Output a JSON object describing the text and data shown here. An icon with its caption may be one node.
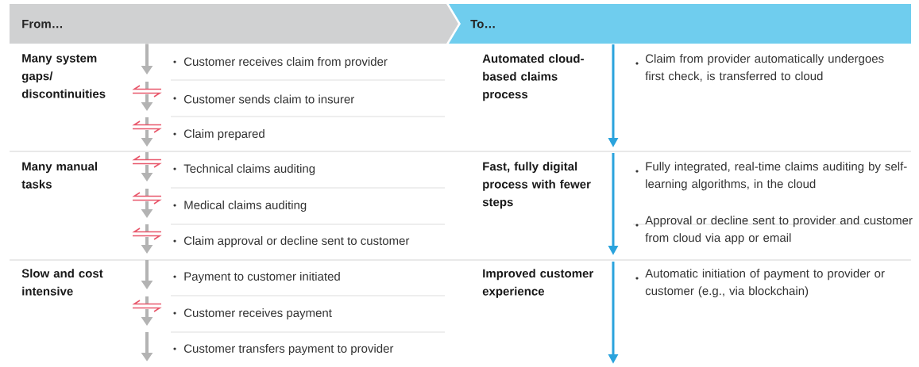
{
  "diagram": {
    "nodes": [
      {
        "text": [
          "From…"
        ]
      },
      {
        "text": [
          "To…"
        ]
      },
      {
        "text": [
          "Customer receives claim from provider"
        ]
      },
      {
        "text": [
          "Customer sends claim to insurer"
        ]
      },
      {
        "text": [
          "Claim prepared"
        ]
      },
      {
        "text": [
          "Technical claims auditing"
        ]
      },
      {
        "text": [
          "Medical claims auditing"
        ]
      },
      {
        "text": [
          "Claim approval or decline sent to customer"
        ]
      },
      {
        "text": [
          "Payment to customer initiated"
        ]
      },
      {
        "text": [
          "Customer receives payment"
        ]
      },
      {
        "text": [
          "Customer transfers payment to provider"
        ]
      }
    ],
    "edges": [
      {
        "from": 0,
        "to": 2,
        "arrow": "to"
      },
      {
        "from": 2,
        "to": 3,
        "arrow": "to",
        "style": "dashed"
      },
      {
        "from": 3,
        "to": 4,
        "arrow": "to",
        "style": "dashed"
      },
      {
        "from": 4,
        "to": 5,
        "arrow": "to",
        "style": "dashed"
      },
      {
        "from": 5,
        "to": 6,
        "arrow": "to",
        "style": "dashed"
      },
      {
        "from": 6,
        "to": 7,
        "arrow": "to",
        "style": "dashed"
      },
      {
        "from": 7,
        "to": 8,
        "arrow": "to"
      },
      {
        "from": 8,
        "to": 9,
        "arrow": "to",
        "style": "dashed"
      },
      {
        "from": 9,
        "to": 10,
        "arrow": "to"
      }
    ],
    "labels": [
      "Many system gaps/ discontinuities",
      "Automated cloud-based claims process",
      "Claim from provider automatically undergoes first check, is transferred to cloud",
      "Many manual tasks",
      "Fast, fully digital process with fewer steps",
      "Fully integrated, real-time claims auditing by self-learning algorithms, in the cloud",
      "Approval or decline sent to provider and customer from cloud via app or email",
      "Slow and cost intensive",
      "Improved customer experience",
      "Automatic initiation of payment to provider or customer (e.g., via blockchain)"
    ]
  }
}
